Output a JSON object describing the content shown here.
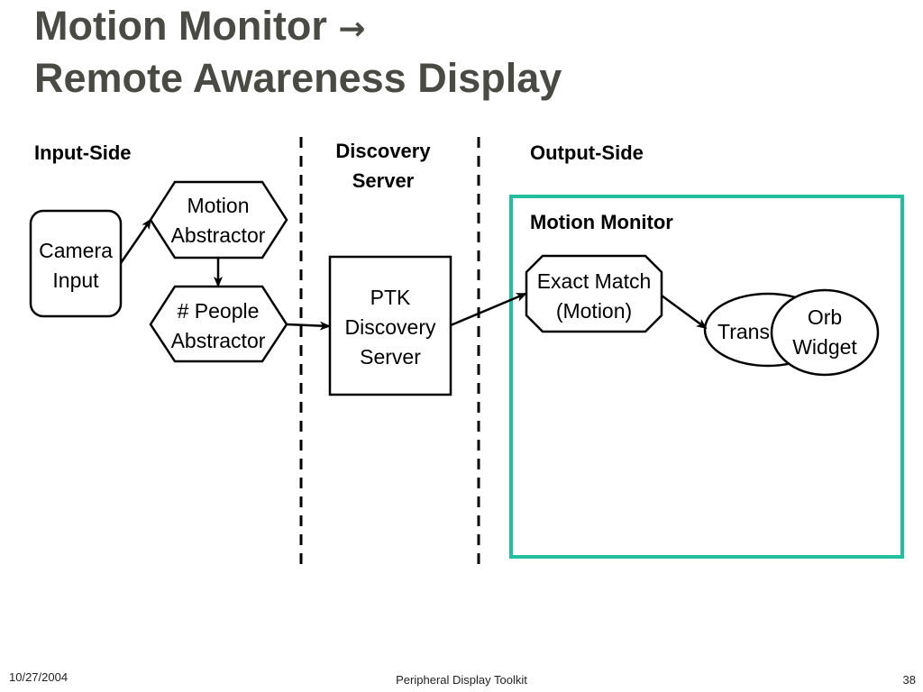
{
  "slide": {
    "title_line1": "Motion Monitor",
    "title_arrow": "→",
    "title_line2": "Remote Awareness Display"
  },
  "diagram": {
    "section_labels": {
      "input_side": "Input-Side",
      "discovery_line1": "Discovery",
      "discovery_line2": "Server",
      "output_side": "Output-Side",
      "motion_monitor": "Motion Monitor"
    },
    "nodes": {
      "camera_input": [
        "Camera",
        "Input"
      ],
      "motion_abstractor": [
        "Motion",
        "Abstractor"
      ],
      "people_abstractor": [
        "# People",
        "Abstractor"
      ],
      "ptk_discovery_server": [
        "PTK",
        "Discovery",
        "Server"
      ],
      "exact_match": [
        "Exact Match",
        "(Motion)"
      ],
      "transform": "Trans",
      "orb_widget": [
        "Orb",
        "Widget"
      ]
    },
    "colors": {
      "output_box": "#1fbf9f",
      "title": "#4a4a44",
      "stroke": "#000000"
    }
  },
  "footer": {
    "date": "10/27/2004",
    "center": "Peripheral Display Toolkit",
    "page": "38"
  }
}
